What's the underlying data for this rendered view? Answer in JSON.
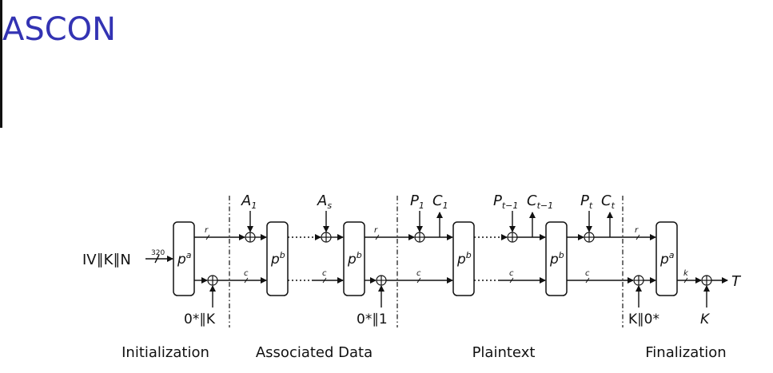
{
  "title": "ASCON",
  "diagram": {
    "input": "IV∥K∥N",
    "input_width": "320",
    "lane_labels": {
      "rate": "r",
      "capacity": "c",
      "key": "k"
    },
    "permutations": {
      "initial": "p",
      "initial_exp": "a",
      "middle": "p",
      "middle_exp": "b",
      "final": "p",
      "final_exp": "a"
    },
    "associated_data": {
      "first": "A",
      "first_sub": "1",
      "last": "A",
      "last_sub": "s"
    },
    "plaintext": {
      "p1": "P",
      "p1_sub": "1",
      "c1": "C",
      "c1_sub": "1",
      "pt1": "P",
      "pt1_sub": "t−1",
      "ct1": "C",
      "ct1_sub": "t−1",
      "pt": "P",
      "pt_sub": "t",
      "ct": "C",
      "ct_sub": "t"
    },
    "xor_inputs": {
      "init_key": "0*∥K",
      "domain_sep": "0*∥1",
      "final_key": "K∥0*",
      "tag_key": "K"
    },
    "output": "T",
    "sections": [
      "Initialization",
      "Associated Data",
      "Plaintext",
      "Finalization"
    ]
  }
}
